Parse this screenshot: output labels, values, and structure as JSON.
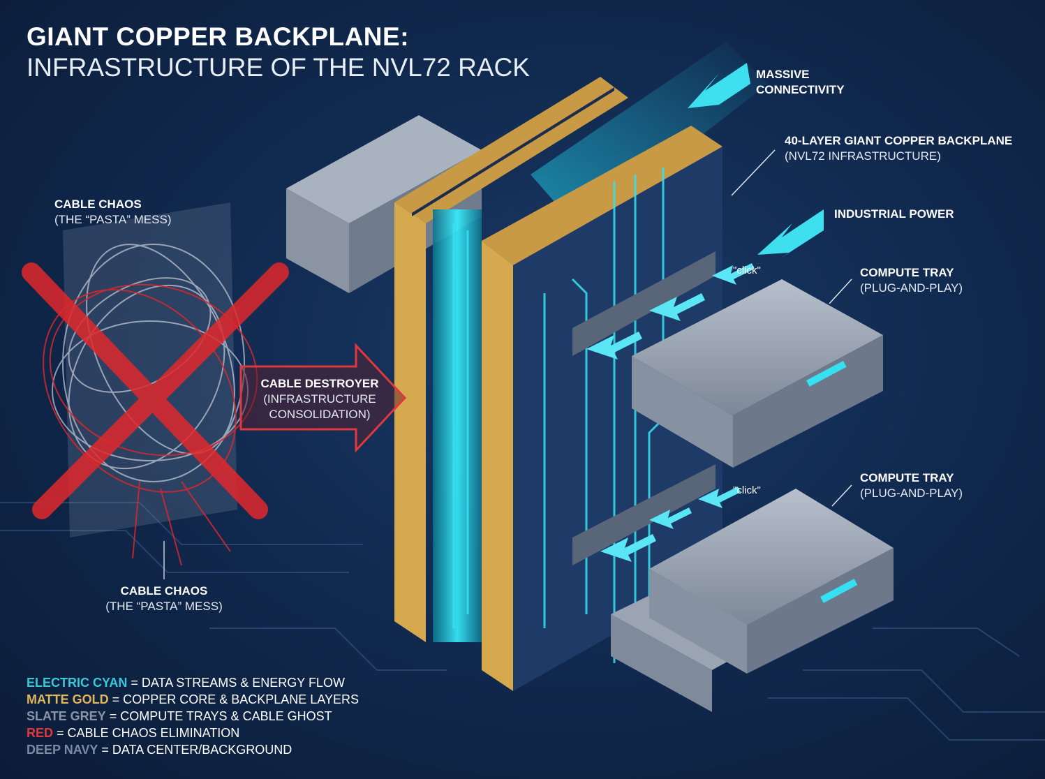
{
  "header": {
    "title": "GIANT COPPER BACKPLANE:",
    "subtitle": "INFRASTRUCTURE OF THE NVL72 RACK"
  },
  "labels": {
    "massive_connectivity": {
      "line1": "MASSIVE",
      "line2": "CONNECTIVITY"
    },
    "backplane": {
      "title": "40-LAYER GIANT COPPER BACKPLANE",
      "sub": "(NVL72 INFRASTRUCTURE)"
    },
    "industrial_power": "INDUSTRIAL POWER",
    "compute_tray_1": {
      "title": "COMPUTE TRAY",
      "sub": "(PLUG-AND-PLAY)"
    },
    "compute_tray_2": {
      "title": "COMPUTE TRAY",
      "sub": "(PLUG-AND-PLAY)"
    },
    "click_1": "\"click\"",
    "click_2": "\"click\"",
    "cable_chaos_top": {
      "title": "CABLE CHAOS",
      "sub": "(THE “PASTA” MESS)"
    },
    "cable_chaos_bottom": {
      "title": "CABLE CHAOS",
      "sub": "(THE “PASTA” MESS)"
    },
    "cable_destroyer": {
      "title": "CABLE DESTROYER",
      "sub1": "(INFRASTRUCTURE",
      "sub2": "CONSOLIDATION)"
    }
  },
  "legend": [
    {
      "key": "ELECTRIC CYAN",
      "value": "= DATA STREAMS & ENERGY FLOW",
      "color": "#38c8dc"
    },
    {
      "key": "MATTE GOLD",
      "value": "= COPPER CORE & BACKPLANE LAYERS",
      "color": "#e2b85a"
    },
    {
      "key": "SLATE GREY",
      "value": "= COMPUTE TRAYS & CABLE GHOST",
      "color": "#8a96a8"
    },
    {
      "key": "RED",
      "value": "= CABLE CHAOS ELIMINATION",
      "color": "#e0383c"
    },
    {
      "key": "DEEP NAVY",
      "value": "= DATA CENTER/BACKGROUND",
      "color": "#7d8ca3"
    }
  ],
  "colors": {
    "cyan": "#2fe0f0",
    "gold": "#d4a24a",
    "grey": "#8f9aab",
    "red": "#d8282c",
    "navy": "#0f2344"
  }
}
